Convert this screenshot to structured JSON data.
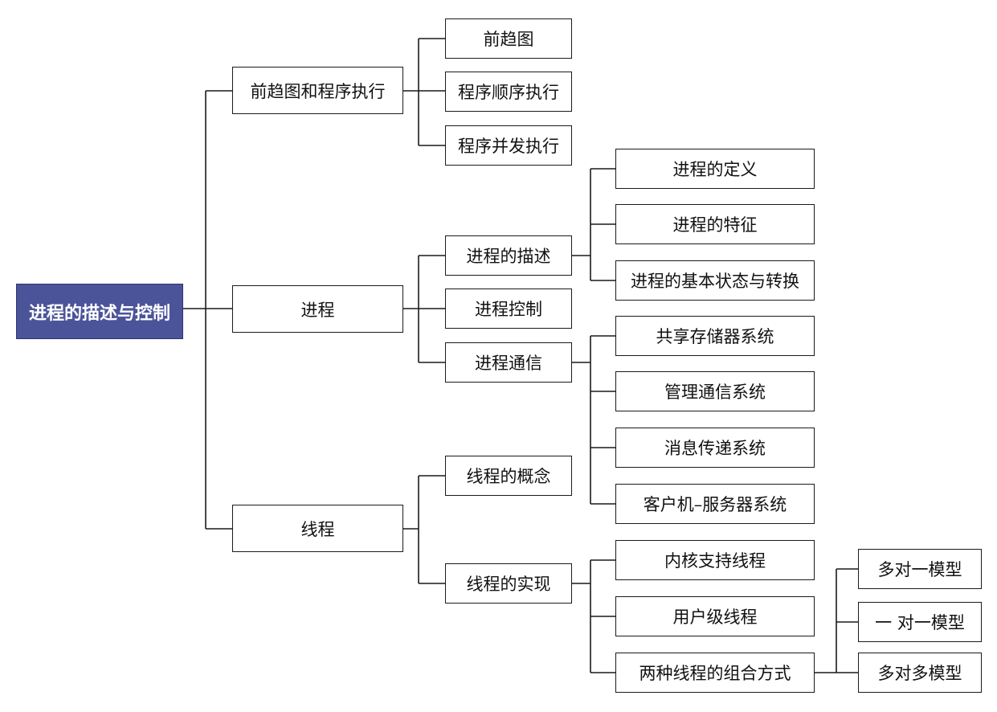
{
  "diagram": {
    "root": "进程的描述与控制",
    "branches": [
      {
        "label": "前趋图和程序执行",
        "children": [
          {
            "label": "前趋图"
          },
          {
            "label": "程序顺序执行"
          },
          {
            "label": "程序并发执行"
          }
        ]
      },
      {
        "label": "进程",
        "children": [
          {
            "label": "进程的描述",
            "children": [
              "进程的定义",
              "进程的特征",
              "进程的基本状态与转换"
            ]
          },
          {
            "label": "进程控制"
          },
          {
            "label": "进程通信",
            "children": [
              "共享存储器系统",
              "管理通信系统",
              "消息传递系统",
              "客户机–服务器系统"
            ]
          }
        ]
      },
      {
        "label": "线程",
        "children": [
          {
            "label": "线程的概念"
          },
          {
            "label": "线程的实现",
            "children": [
              {
                "label": "内核支持线程"
              },
              {
                "label": "用户级线程"
              },
              {
                "label": "两种线程的组合方式",
                "children": [
                  "多对一模型",
                  "一 对一模型",
                  "多对多模型"
                ]
              }
            ]
          }
        ]
      }
    ]
  },
  "colors": {
    "root_fill": "#4b5499",
    "root_text": "#ffffff",
    "line": "#1a1a1a"
  }
}
